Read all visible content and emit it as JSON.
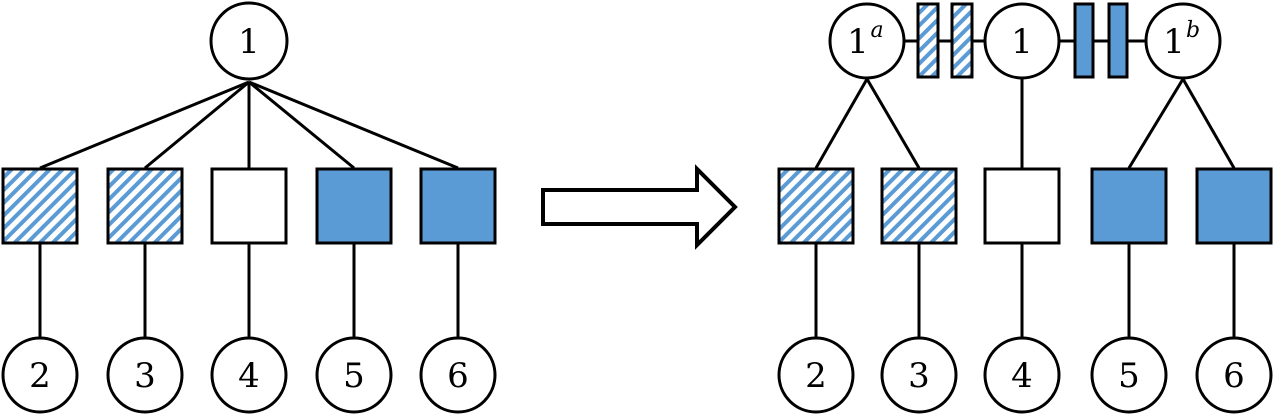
{
  "colors": {
    "stroke": "#000000",
    "fill_blue": "#5B9BD5",
    "hatch_blue": "#5B9BD5",
    "empty": "#ffffff"
  },
  "left": {
    "root_label": "1",
    "factors": [
      "hatched",
      "hatched",
      "empty",
      "solid",
      "solid"
    ],
    "leaves": [
      "2",
      "3",
      "4",
      "5",
      "6"
    ]
  },
  "right": {
    "top_nodes": [
      {
        "base": "1",
        "sup": "a"
      },
      {
        "base": "1",
        "sup": ""
      },
      {
        "base": "1",
        "sup": "b"
      }
    ],
    "chain_factors": [
      "hatched",
      "hatched",
      "solid",
      "solid"
    ],
    "factors": [
      "hatched",
      "hatched",
      "empty",
      "solid",
      "solid"
    ],
    "leaves": [
      "2",
      "3",
      "4",
      "5",
      "6"
    ]
  },
  "arrow": {
    "direction": "right",
    "style": "hollow"
  }
}
